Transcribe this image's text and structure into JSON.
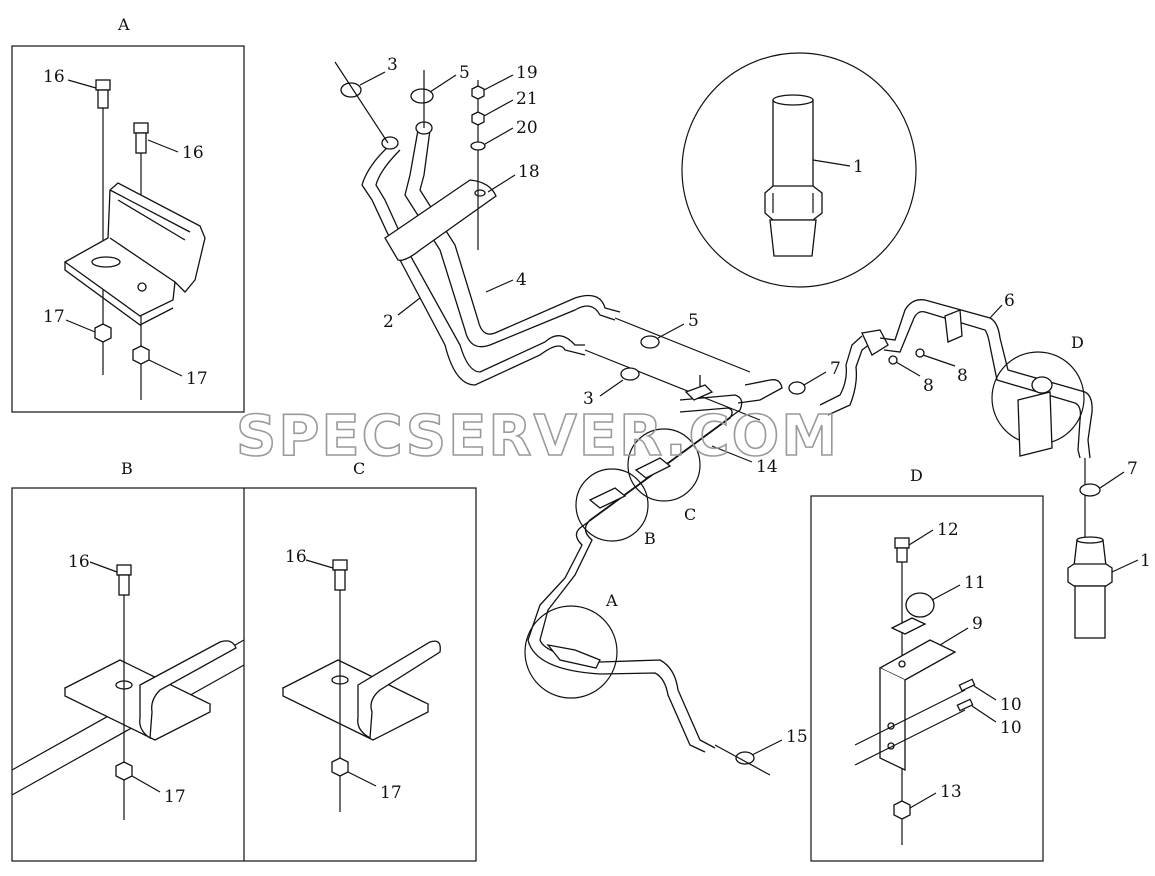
{
  "watermark": "SPECSERVER.COM",
  "detail_titles": {
    "a_box": "A",
    "b_box": "B",
    "c_box": "C",
    "d_box": "D",
    "a_callout": "A",
    "b_callout": "B",
    "c_callout": "C",
    "d_callout": "D"
  },
  "part_labels": {
    "a_16_top": "16",
    "a_16_mid": "16",
    "a_17_left": "17",
    "a_17_right": "17",
    "b_16": "16",
    "b_17": "17",
    "c_16": "16",
    "c_17": "17",
    "main_3_top": "3",
    "main_5_top": "5",
    "main_19": "19",
    "main_21": "21",
    "main_20": "20",
    "main_18": "18",
    "main_4": "4",
    "main_2": "2",
    "main_5_mid": "5",
    "main_3_mid": "3",
    "main_14": "14",
    "main_15": "15",
    "main_7_mid": "7",
    "main_8_left": "8",
    "main_8_right": "8",
    "main_6": "6",
    "main_7_right": "7",
    "main_1_right": "1",
    "circle_1": "1",
    "d_12": "12",
    "d_11": "11",
    "d_9": "9",
    "d_10_top": "10",
    "d_10_bottom": "10",
    "d_13": "13"
  }
}
